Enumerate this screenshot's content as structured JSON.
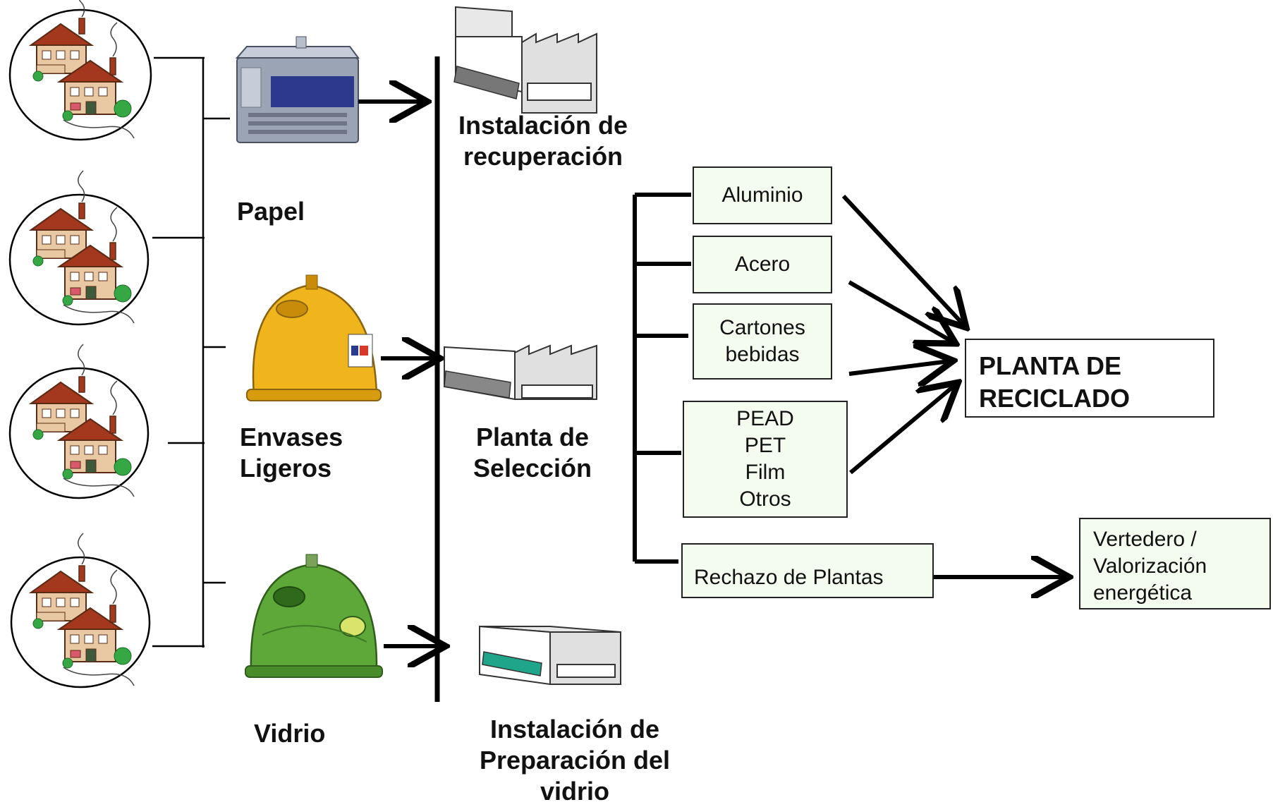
{
  "containers": {
    "paper": "Papel",
    "packaging": [
      "Envases",
      "Ligeros"
    ],
    "glass": "Vidrio"
  },
  "facilities": {
    "recovery": [
      "Instalación de",
      "recuperación"
    ],
    "selection": [
      "Planta de",
      "Selección"
    ],
    "glass_prep": [
      "Instalación de",
      "Preparación del",
      "vidrio"
    ]
  },
  "materials": {
    "aluminum": [
      "Aluminio"
    ],
    "steel": [
      "Acero"
    ],
    "cartons": [
      "Cartones",
      "bebidas"
    ],
    "plastics": [
      "PEAD",
      "PET",
      "Film",
      "Otros"
    ],
    "reject": [
      "Rechazo de Plantas"
    ]
  },
  "destinations": {
    "recycling_plant": [
      "PLANTA DE",
      "RECICLADO"
    ],
    "landfill": [
      "Vertedero /",
      "Valorización",
      "energética"
    ]
  },
  "colors": {
    "box_fill": "#f4fbef",
    "paper_container": "#9aa4b4",
    "paper_label": "#2b3a8c",
    "packaging_container": "#f0b51c",
    "glass_container": "#5ea83a",
    "house_roof": "#a4381e",
    "house_wall": "#e9c9a3",
    "tree": "#35a845"
  }
}
